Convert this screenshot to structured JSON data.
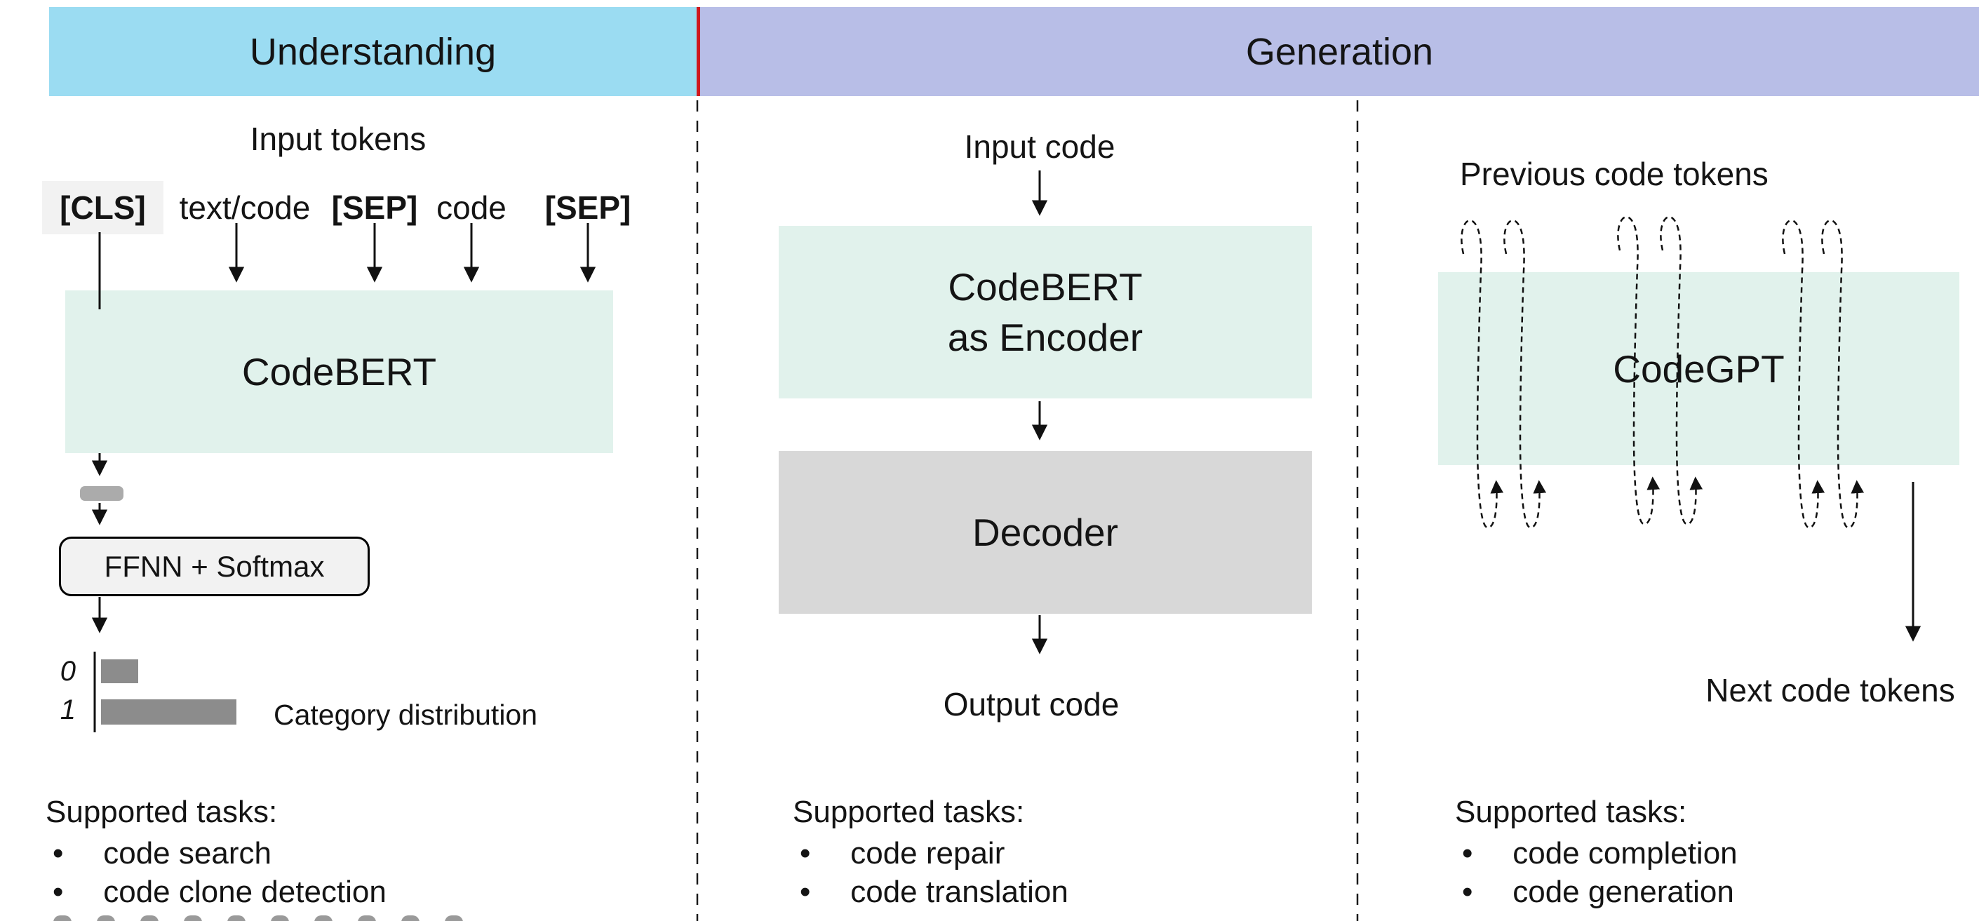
{
  "colors": {
    "understanding_bg": "#9bdcf2",
    "generation_bg": "#b8bee7",
    "divider_red": "#d0181f",
    "model_mint": "#e1f2ec",
    "decoder_gray": "#d8d8d8",
    "ffnn_bg": "#f2f2f2",
    "cls_bg": "#f2f2f2",
    "vector_gray": "#ababab",
    "bar_gray": "#8c8c8c"
  },
  "bullet_char": "•",
  "header": {
    "understanding_label": "Understanding",
    "generation_label": "Generation"
  },
  "left_panel": {
    "title": "Input tokens",
    "tokens": [
      "[CLS]",
      "text/code",
      "[SEP]",
      "code",
      "[SEP]"
    ],
    "model_label": "CodeBERT",
    "classifier_label": "FFNN + Softmax",
    "category_chart": {
      "labels": [
        "0",
        "1"
      ],
      "caption": "Category distribution",
      "relative_values": [
        0.27,
        1.0
      ]
    },
    "tasks_heading": "Supported tasks:",
    "tasks": [
      "code search",
      "code clone detection"
    ]
  },
  "middle_panel": {
    "input_label": "Input code",
    "encoder_label_line1": "CodeBERT",
    "encoder_label_line2": "as Encoder",
    "decoder_label": "Decoder",
    "output_label": "Output code",
    "tasks_heading": "Supported tasks:",
    "tasks": [
      "code repair",
      "code translation"
    ]
  },
  "right_panel": {
    "input_label": "Previous code tokens",
    "model_label": "CodeGPT",
    "output_label": "Next code tokens",
    "tasks_heading": "Supported tasks:",
    "tasks": [
      "code completion",
      "code generation"
    ]
  }
}
